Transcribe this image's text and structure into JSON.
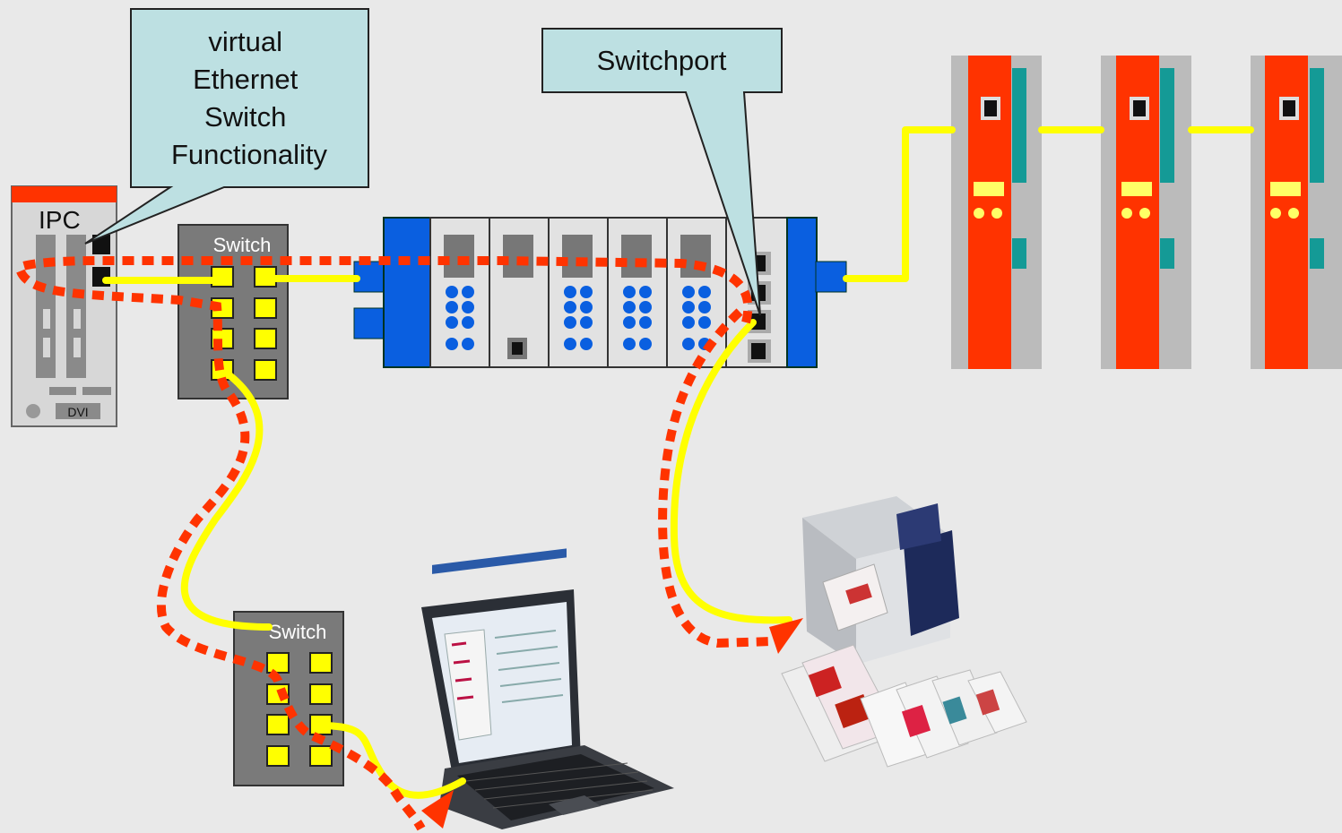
{
  "callouts": {
    "vswitch": [
      "virtual",
      "Ethernet",
      "Switch",
      "Functionality"
    ],
    "switchport": "Switchport"
  },
  "ipc": {
    "label": "IPC",
    "dvi_label": "DVI"
  },
  "switch1": {
    "label": "Switch"
  },
  "switch2": {
    "label": "Switch"
  },
  "colors": {
    "background": "#e9e9e9",
    "callout_fill": "#bde0e2",
    "cable": "#ffff00",
    "data_path": "#ff3300",
    "module_blue": "#0a5fe0",
    "drive_red": "#ff3300",
    "drive_teal": "#149a96",
    "switch_gray": "#7a7a7a",
    "port_yellow": "#ffff00"
  }
}
